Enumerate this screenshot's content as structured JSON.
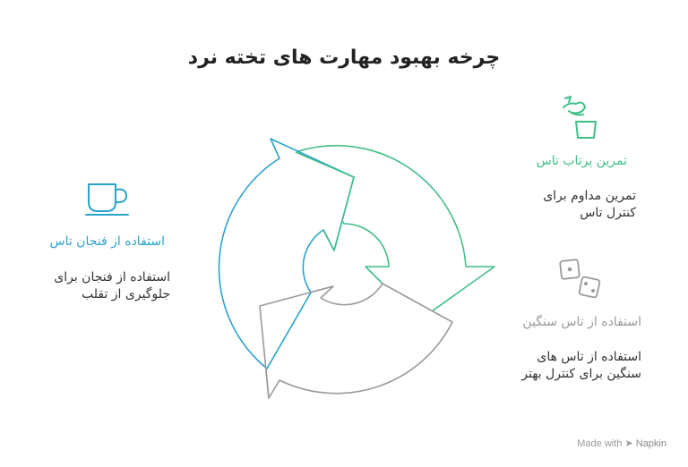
{
  "title": "چرخه بهبود مهارت های تخته نرد",
  "colors": {
    "green": "#3fbf86",
    "gray": "#9a9a9a",
    "blue": "#2aa3c9",
    "text": "#333333"
  },
  "steps": [
    {
      "id": "practice",
      "icon": "dice-throw-icon",
      "label": "تمرین پرتاب تاس",
      "description": "تمرین مداوم برای\nکنترل تاس"
    },
    {
      "id": "heavy-dice",
      "icon": "dice-icon",
      "label": "استفاده از تاس سنگین",
      "description": "استفاده از تاس های\nسنگین برای کنترل بهتر"
    },
    {
      "id": "cup",
      "icon": "cup-icon",
      "label": "استفاده از فنجان تاس",
      "description": "استفاده از فنجان برای\nجلوگیری از تقلب"
    }
  ],
  "footer": {
    "made_with": "Made with",
    "brand": "Napkin"
  }
}
